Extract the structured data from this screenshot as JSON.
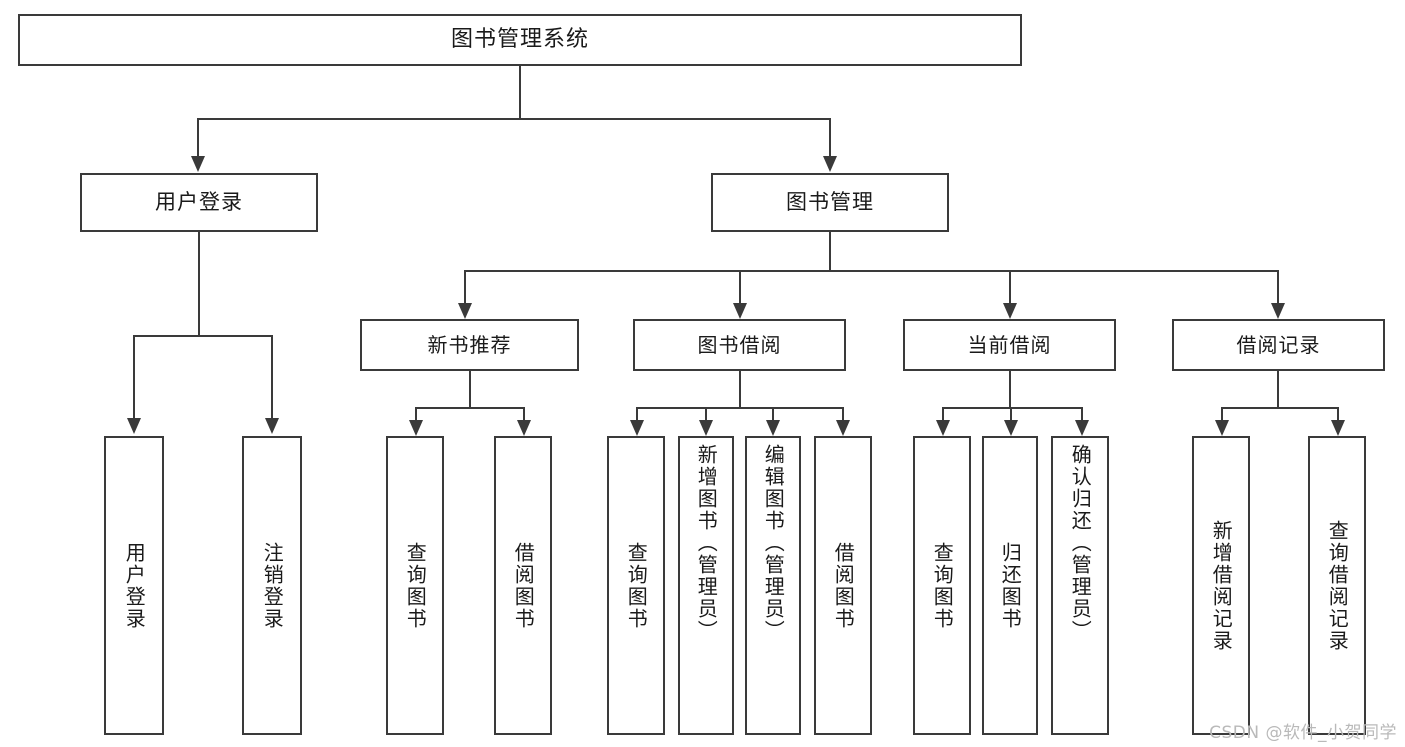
{
  "diagram": {
    "title": "图书管理系统",
    "type": "tree-hierarchy-chart",
    "watermark": "CSDN @软件_小贺同学",
    "root": {
      "label": "图书管理系统"
    },
    "level2": [
      {
        "label": "用户登录"
      },
      {
        "label": "图书管理"
      }
    ],
    "level3": [
      {
        "label": "新书推荐"
      },
      {
        "label": "图书借阅"
      },
      {
        "label": "当前借阅"
      },
      {
        "label": "借阅记录"
      }
    ],
    "leaves": {
      "user_login": [
        {
          "label": "用户登录"
        },
        {
          "label": "注销登录"
        }
      ],
      "new_book_recommend": [
        {
          "label": "查询图书"
        },
        {
          "label": "借阅图书"
        }
      ],
      "book_borrow": [
        {
          "label": "查询图书"
        },
        {
          "label": "新增图书（管理员）"
        },
        {
          "label": "编辑图书（管理员）"
        },
        {
          "label": "借阅图书"
        }
      ],
      "current_borrow": [
        {
          "label": "查询图书"
        },
        {
          "label": "归还图书"
        },
        {
          "label": "确认归还（管理员）"
        }
      ],
      "borrow_record": [
        {
          "label": "新增借阅记录"
        },
        {
          "label": "查询借阅记录"
        }
      ]
    }
  },
  "colors": {
    "stroke": "#3a3a3a",
    "fill": "#ffffff",
    "text": "#1a1a1a",
    "watermark": "#b9b9b9"
  }
}
